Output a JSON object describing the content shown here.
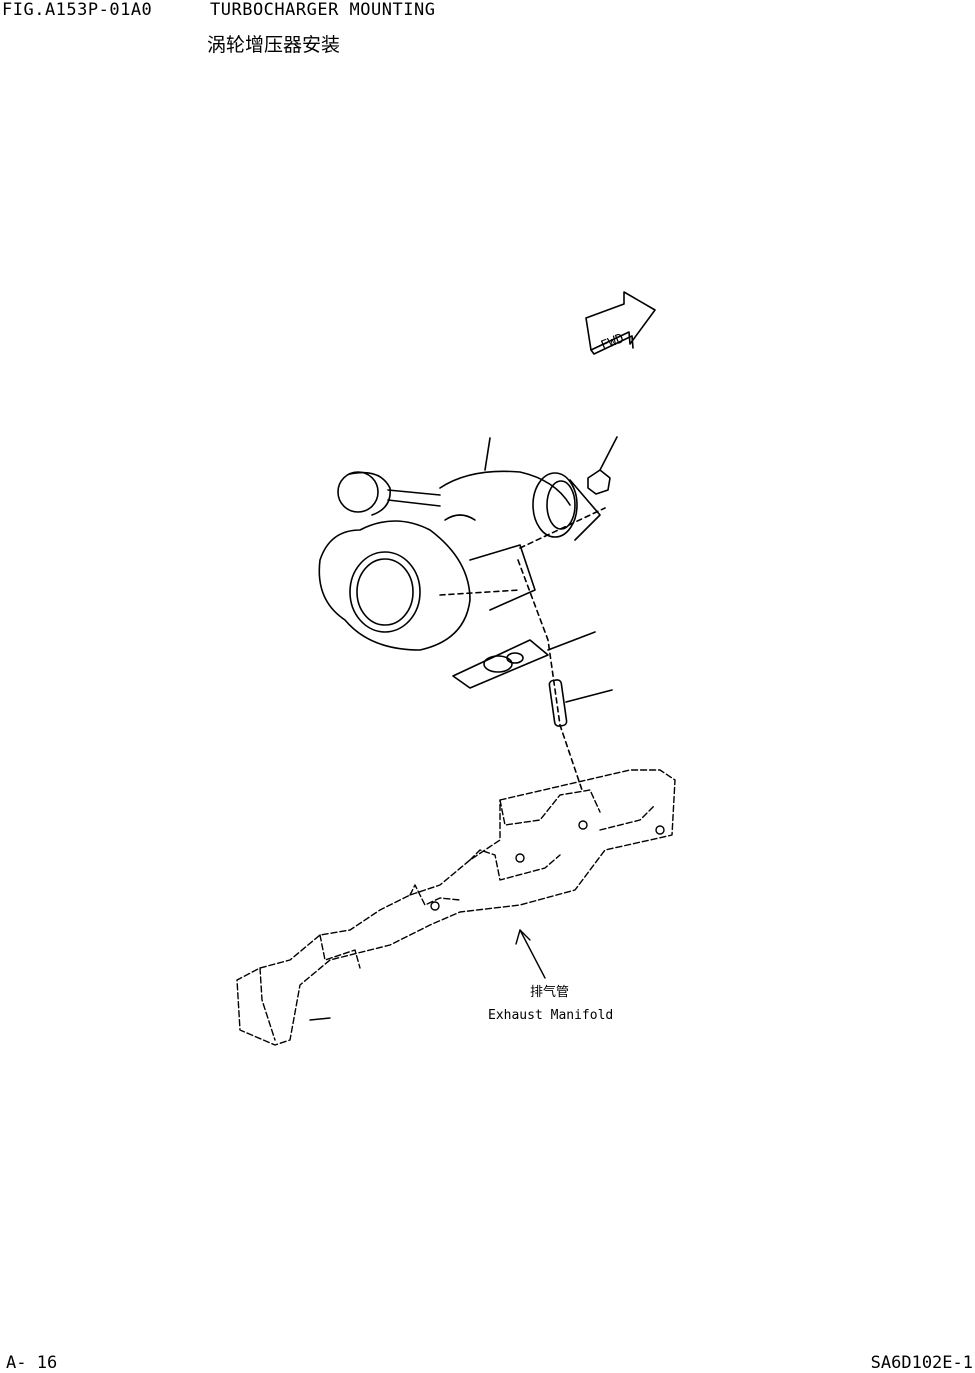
{
  "header": {
    "figure_id": "FIG.A153P-01A0",
    "title": "TURBOCHARGER MOUNTING",
    "title_cn": "涡轮增压器安装"
  },
  "diagram": {
    "fwd_label": "FWD",
    "manifold_label_cn": "排气管",
    "manifold_label": "Exhaust Manifold"
  },
  "footer": {
    "page": "A- 16",
    "code": "SA6D102E-1"
  }
}
